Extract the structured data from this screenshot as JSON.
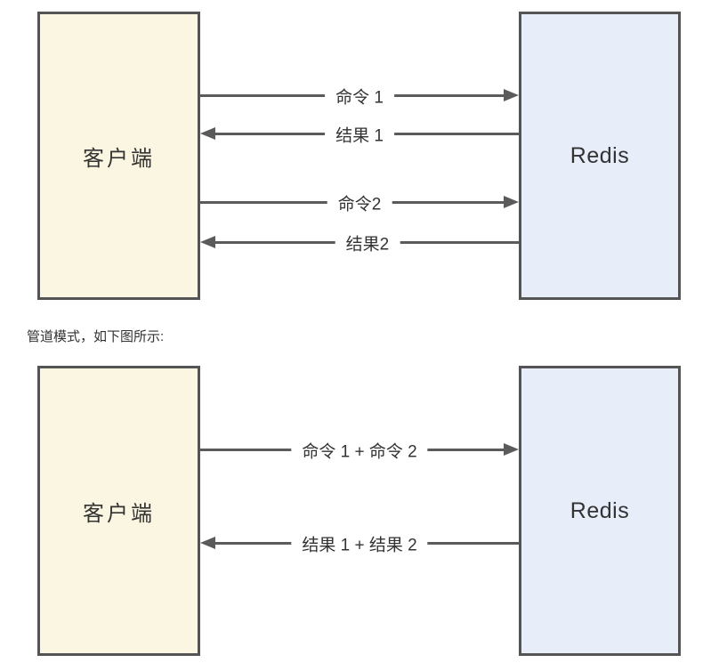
{
  "colors": {
    "client_box_fill": "#FBF6E2",
    "redis_box_fill": "#E8EDFA",
    "box_border": "#545454",
    "arrow": "#5B5B5B",
    "text": "#333333"
  },
  "caption": "管道模式，如下图所示:",
  "diagram_top": {
    "client_label": "客户端",
    "server_label": "Redis",
    "arrows": [
      {
        "label": "命令 1",
        "direction": "right"
      },
      {
        "label": "结果 1",
        "direction": "left"
      },
      {
        "label": "命令2",
        "direction": "right"
      },
      {
        "label": "结果2",
        "direction": "left"
      }
    ]
  },
  "diagram_bottom": {
    "client_label": "客户端",
    "server_label": "Redis",
    "arrows": [
      {
        "label": "命令 1 + 命令 2",
        "direction": "right"
      },
      {
        "label": "结果 1 + 结果 2",
        "direction": "left"
      }
    ]
  }
}
